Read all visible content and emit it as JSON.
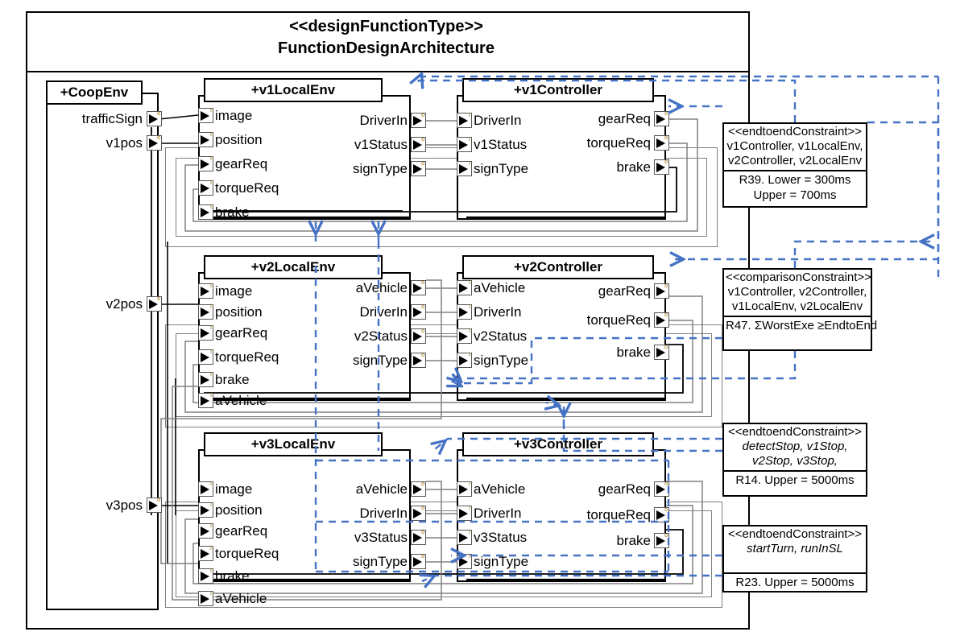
{
  "frame": {
    "stereotype": "<<designFunctionType>>",
    "name": "FunctionDesignArchitecture"
  },
  "blocks": [
    {
      "id": "coopEnv",
      "title": "+CoopEnv",
      "outputs": [
        "trafficSign",
        "v1pos",
        "v2pos",
        "v3pos"
      ],
      "inputs": []
    },
    {
      "id": "v1LocalEnv",
      "title": "+v1LocalEnv",
      "inputs": [
        "image",
        "position",
        "gearReq",
        "torqueReq",
        "brake"
      ],
      "outputs": [
        "DriverIn",
        "v1Status",
        "signType"
      ]
    },
    {
      "id": "v1Controller",
      "title": "+v1Controller",
      "inputs": [
        "DriverIn",
        "v1Status",
        "signType"
      ],
      "outputs": [
        "gearReq",
        "torqueReq",
        "brake"
      ]
    },
    {
      "id": "v2LocalEnv",
      "title": "+v2LocalEnv",
      "inputs": [
        "image",
        "position",
        "gearReq",
        "torqueReq",
        "brake",
        "aVehicle"
      ],
      "outputs": [
        "aVehicle",
        "DriverIn",
        "v2Status",
        "signType"
      ]
    },
    {
      "id": "v2Controller",
      "title": "+v2Controller",
      "inputs": [
        "aVehicle",
        "DriverIn",
        "v2Status",
        "signType"
      ],
      "outputs": [
        "gearReq",
        "torqueReq",
        "brake"
      ]
    },
    {
      "id": "v3LocalEnv",
      "title": "+v3LocalEnv",
      "inputs": [
        "image",
        "position",
        "gearReq",
        "torqueReq",
        "brake",
        "aVehicle"
      ],
      "outputs": [
        "aVehicle",
        "DriverIn",
        "v3Status",
        "signType"
      ]
    },
    {
      "id": "v3Controller",
      "title": "+v3Controller",
      "inputs": [
        "aVehicle",
        "DriverIn",
        "v3Status",
        "signType"
      ],
      "outputs": [
        "gearReq",
        "torqueReq",
        "brake"
      ]
    }
  ],
  "constraints": [
    {
      "id": "r39",
      "stereotype": "<<endtoendConstraint>>",
      "elements": [
        "v1Controller, v1LocalEnv,",
        "v2Controller, v2LocalEnv"
      ],
      "italic": false,
      "values": [
        "R39. Lower = 300ms",
        "Upper = 700ms"
      ]
    },
    {
      "id": "r47",
      "stereotype": "<<comparisonConstraint>>",
      "elements": [
        "v1Controller, v2Controller,",
        "v1LocalEnv, v2LocalEnv"
      ],
      "italic": false,
      "values": [
        "R47. ΣWorstExe ≥EndtoEnd"
      ]
    },
    {
      "id": "r14",
      "stereotype": "<<endtoendConstraint>>",
      "elements": [
        "detectStop, v1Stop,",
        "v2Stop, v3Stop,"
      ],
      "italic": true,
      "values": [
        "R14. Upper = 5000ms"
      ]
    },
    {
      "id": "r23",
      "stereotype": "<<endtoendConstraint>>",
      "elements": [
        "startTurn, runInSL"
      ],
      "italic": true,
      "values": [
        "R23. Upper = 5000ms"
      ]
    }
  ],
  "port_markers": {
    "input": "I",
    "output": "o"
  },
  "colors": {
    "line": "#000000",
    "constraint_link": "#4472C4",
    "group": "#808080"
  }
}
